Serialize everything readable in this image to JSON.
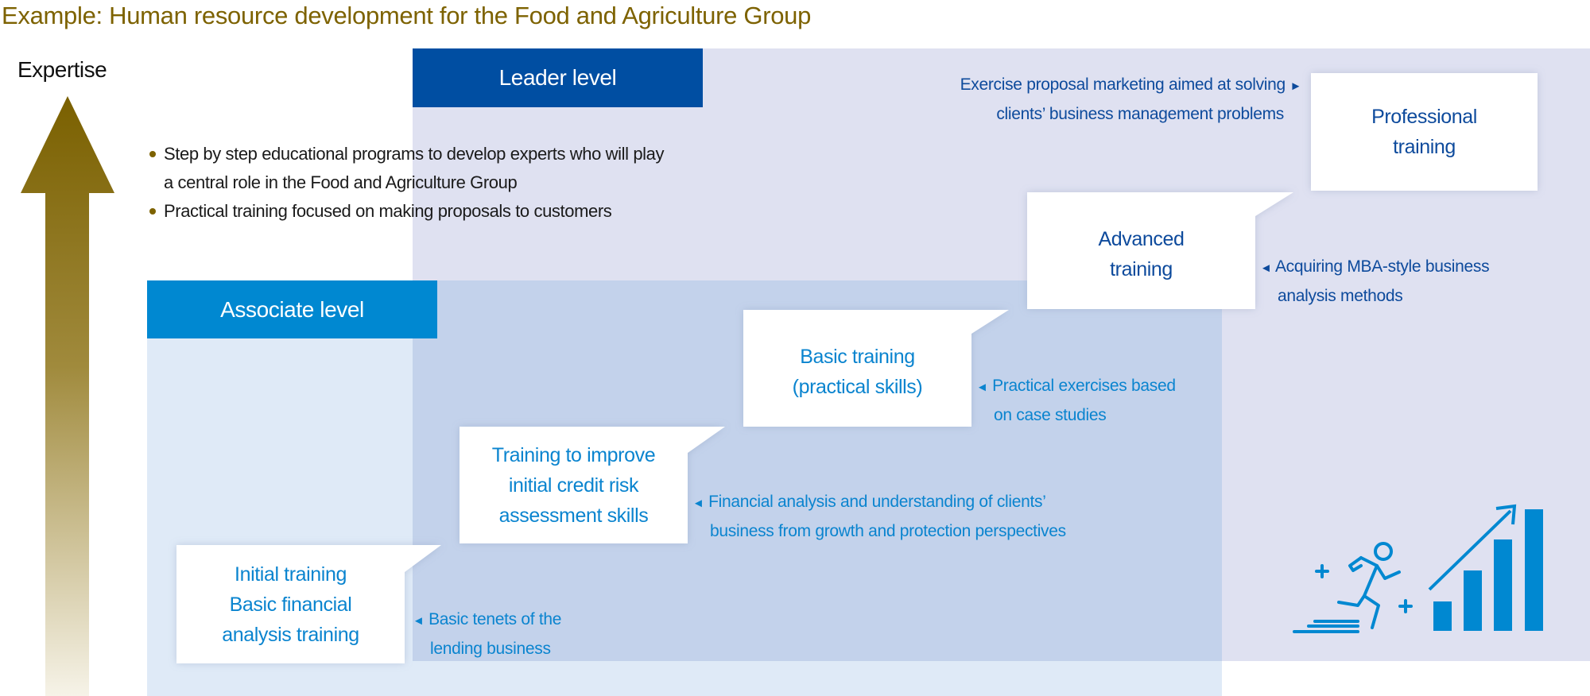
{
  "title": "Example: Human resource development for the Food and Agriculture Group",
  "axis_label": "Expertise",
  "levels": {
    "leader": "Leader level",
    "associate": "Associate level"
  },
  "bullets": [
    "Step by step educational programs to develop experts who will play",
    "a central role in the Food and Agriculture Group",
    "Practical training focused on making proposals to customers"
  ],
  "stages": [
    {
      "lines": [
        "Initial training",
        "Basic financial",
        "analysis training"
      ],
      "note": [
        "Basic tenets of the",
        "lending business"
      ]
    },
    {
      "lines": [
        "Training to improve",
        "initial credit risk",
        "assessment skills"
      ],
      "note": [
        "Financial analysis and understanding of clients’",
        "business from growth and protection perspectives"
      ]
    },
    {
      "lines": [
        "Basic training",
        "(practical skills)"
      ],
      "note": [
        "Practical exercises based",
        "on case studies"
      ]
    },
    {
      "lines": [
        "Advanced",
        "training"
      ],
      "note": [
        "Acquiring MBA-style business",
        "analysis methods"
      ]
    },
    {
      "lines": [
        "Professional",
        "training"
      ],
      "note": [
        "Exercise proposal marketing aimed at solving",
        "clients’ business management problems"
      ]
    }
  ],
  "arrows": {
    "left": "◄",
    "right": "►"
  },
  "colors": {
    "title": "#7d6200",
    "leader": "#004ea2",
    "associate": "#0088d1",
    "leader_bg": "#dfe1f1",
    "associate_bg": "#dfeaf7",
    "overlap_bg": "#c3d2eb",
    "icon": "#0088d1"
  }
}
